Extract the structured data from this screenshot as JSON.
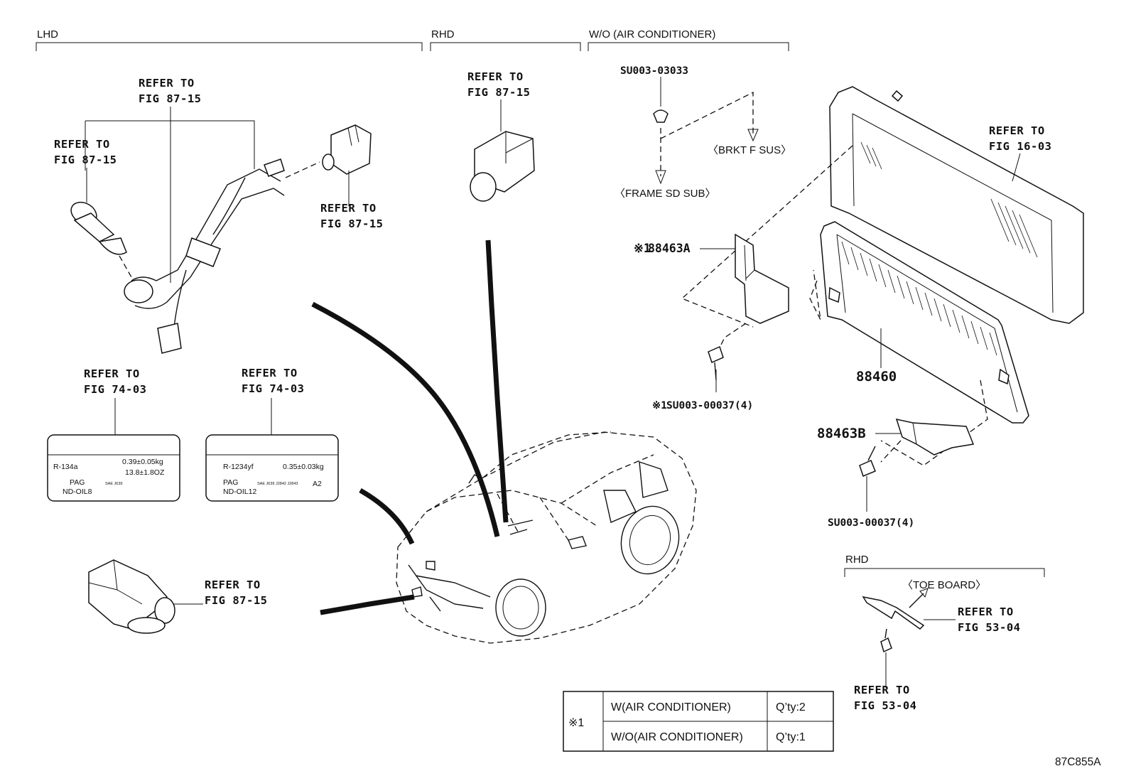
{
  "sections": {
    "lhd": "LHD",
    "rhd_top": "RHD",
    "wo_ac": "W/O (AIR CONDITIONER)",
    "rhd_bottom": "RHD"
  },
  "refs": {
    "lhd_center": [
      "REFER TO",
      "FIG 87-15"
    ],
    "lhd_left": [
      "REFER TO",
      "FIG 87-15"
    ],
    "lhd_right": [
      "REFER TO",
      "FIG 87-15"
    ],
    "rhd_sensor": [
      "REFER TO",
      "FIG 87-15"
    ],
    "radiator": [
      "REFER TO",
      "FIG 16-03"
    ],
    "label_left": [
      "REFER TO",
      "FIG 74-03"
    ],
    "label_right": [
      "REFER TO",
      "FIG 74-03"
    ],
    "bottom_sensor": [
      "REFER TO",
      "FIG 87-15"
    ],
    "toe_right": [
      "REFER TO",
      "FIG 53-04"
    ],
    "toe_bottom": [
      "REFER TO",
      "FIG 53-04"
    ]
  },
  "parts": {
    "clip": "SU003-03033",
    "bracket_a_mark": "※1",
    "bracket_a": "88463A",
    "bolt_a_mark": "※1",
    "bolt_a": "SU003-00037(4)",
    "condenser": "88460",
    "bracket_b": "88463B",
    "bolt_b": "SU003-00037(4)"
  },
  "destinations": {
    "brkt": "〈BRKT F SUS〉",
    "frame": "〈FRAME SD SUB〉",
    "toe": "〈TOE BOARD〉"
  },
  "label_left": {
    "refrigerant": "R-134a",
    "amount_kg": "0.39±0.05kg",
    "amount_oz": "13.8±1.8OZ",
    "oil": "PAG",
    "oil_code": "ND-OIL8",
    "small": "SAE J639"
  },
  "label_right": {
    "refrigerant": "R-1234yf",
    "amount_kg": "0.35±0.03kg",
    "oil": "PAG",
    "oil_code": "ND-OIL12",
    "small": "SAE J639 J2842 J2843",
    "class": "A2"
  },
  "qty_table": {
    "mark": "※1",
    "rows": [
      {
        "condition": "W(AIR CONDITIONER)",
        "qty": "Q’ty:2"
      },
      {
        "condition": "W/O(AIR CONDITIONER)",
        "qty": "Q’ty:1"
      }
    ]
  },
  "figure_code": "87C855A"
}
